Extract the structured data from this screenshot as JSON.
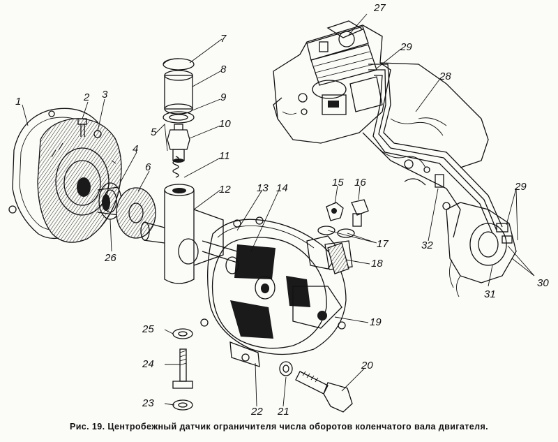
{
  "figure": {
    "caption": "Рис. 19. Центробежный датчик ограничителя числа оборотов коленчатого вала двигателя."
  },
  "callouts": [
    {
      "id": "1",
      "text": "1"
    },
    {
      "id": "2",
      "text": "2"
    },
    {
      "id": "3",
      "text": "3"
    },
    {
      "id": "4",
      "text": "4"
    },
    {
      "id": "5",
      "text": "5"
    },
    {
      "id": "6",
      "text": "6"
    },
    {
      "id": "7",
      "text": "7"
    },
    {
      "id": "8",
      "text": "8"
    },
    {
      "id": "9",
      "text": "9"
    },
    {
      "id": "10",
      "text": "10"
    },
    {
      "id": "11",
      "text": "11"
    },
    {
      "id": "12",
      "text": "12"
    },
    {
      "id": "13",
      "text": "13"
    },
    {
      "id": "14",
      "text": "14"
    },
    {
      "id": "15",
      "text": "15"
    },
    {
      "id": "16",
      "text": "16"
    },
    {
      "id": "17",
      "text": "17"
    },
    {
      "id": "18",
      "text": "18"
    },
    {
      "id": "19",
      "text": "19"
    },
    {
      "id": "20",
      "text": "20"
    },
    {
      "id": "21",
      "text": "21"
    },
    {
      "id": "22",
      "text": "22"
    },
    {
      "id": "23",
      "text": "23"
    },
    {
      "id": "24",
      "text": "24"
    },
    {
      "id": "25",
      "text": "25"
    },
    {
      "id": "26",
      "text": "26"
    },
    {
      "id": "27",
      "text": "27"
    },
    {
      "id": "28",
      "text": "28"
    },
    {
      "id": "29a",
      "text": "29"
    },
    {
      "id": "29b",
      "text": "29"
    },
    {
      "id": "30",
      "text": "30"
    },
    {
      "id": "31",
      "text": "31"
    },
    {
      "id": "32",
      "text": "32"
    }
  ]
}
